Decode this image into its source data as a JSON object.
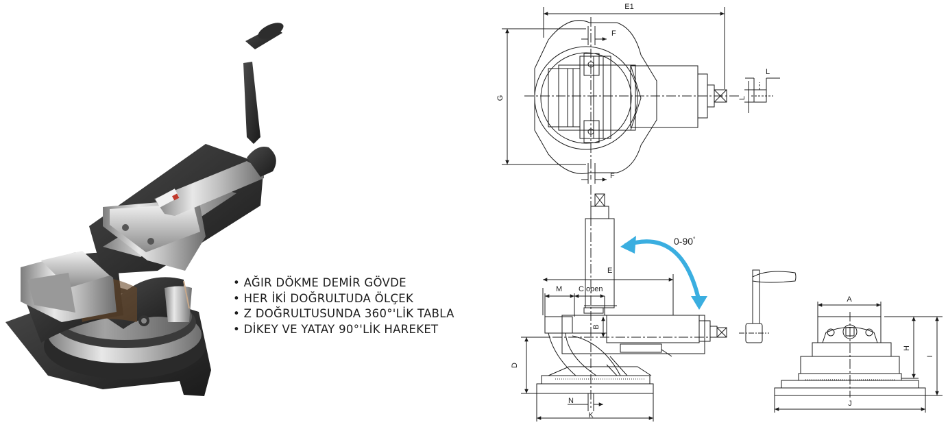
{
  "features": [
    "AĞIR DÖKME DEMİR GÖVDE",
    "HER İKİ DOĞRULTUDA ÖLÇEK",
    "Z DOĞRULTUSUNDA 360°'LİK TABLA",
    "DİKEY VE YATAY 90°'LİK HAREKET"
  ],
  "dimension_labels": {
    "e1": "E1",
    "f_top": "F",
    "f_bottom": "F",
    "g": "G",
    "l_h": "L",
    "l_v": "L",
    "angle": "0-90",
    "angle_deg": "°",
    "e": "E",
    "m": "M",
    "c_open": "C open",
    "b": "B",
    "d": "D",
    "n": "N",
    "k": "K",
    "a": "A",
    "h": "H",
    "i": "I",
    "j": "J"
  },
  "colors": {
    "arrow": "#3aaee0",
    "line": "#1a1a1a",
    "text": "#1c1c1c"
  },
  "icons": [
    "vise-photo",
    "angle-arrow-icon"
  ]
}
